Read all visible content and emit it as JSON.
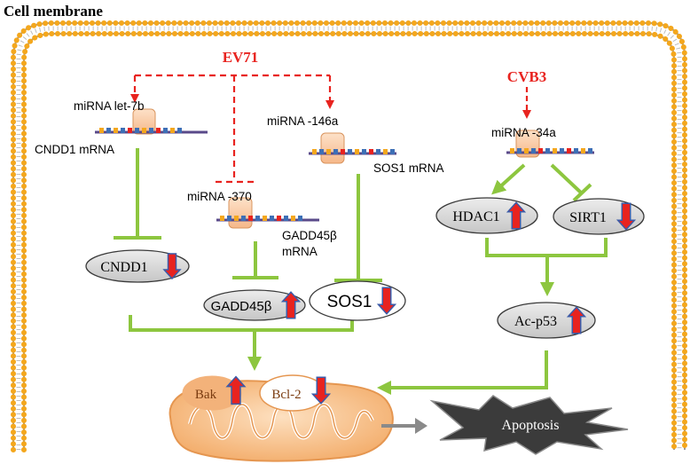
{
  "title": "Cell membrane",
  "viruses": {
    "ev71": "EV71",
    "cvb3": "CVB3"
  },
  "mirnas": {
    "let7b": "miRNA  let-7b",
    "mir146a": "miRNA -146a",
    "mir370": "miRNA -370",
    "mir34a": "miRNA -34a"
  },
  "mrnas": {
    "cndd1": "CNDD1 mRNA",
    "sos1": "SOS1 mRNA",
    "gadd45b_line1": "GADD45β",
    "gadd45b_line2": "mRNA"
  },
  "proteins": {
    "cndd1": "CNDD1",
    "gadd45b": "GADD45β",
    "sos1": "SOS1",
    "hdac1": "HDAC1",
    "sirt1": "SIRT1",
    "acp53": "Ac-p53"
  },
  "mito": {
    "bak": "Bak",
    "bcl2": "Bcl-2"
  },
  "outcome": "Apoptosis",
  "colors": {
    "virus_red": "#e8231f",
    "inhibit_green": "#8dc63f",
    "protein_fill": "#d8d8d8",
    "mito_orange": "#f7c08a",
    "membrane_head": "#f4a71d",
    "up_arrow": "#e8231f",
    "down_arrow": "#e8231f"
  },
  "regulation": {
    "cndd1": "down",
    "gadd45b": "up",
    "sos1": "down",
    "hdac1": "up",
    "sirt1": "down",
    "acp53": "up",
    "bak": "up",
    "bcl2": "down"
  }
}
